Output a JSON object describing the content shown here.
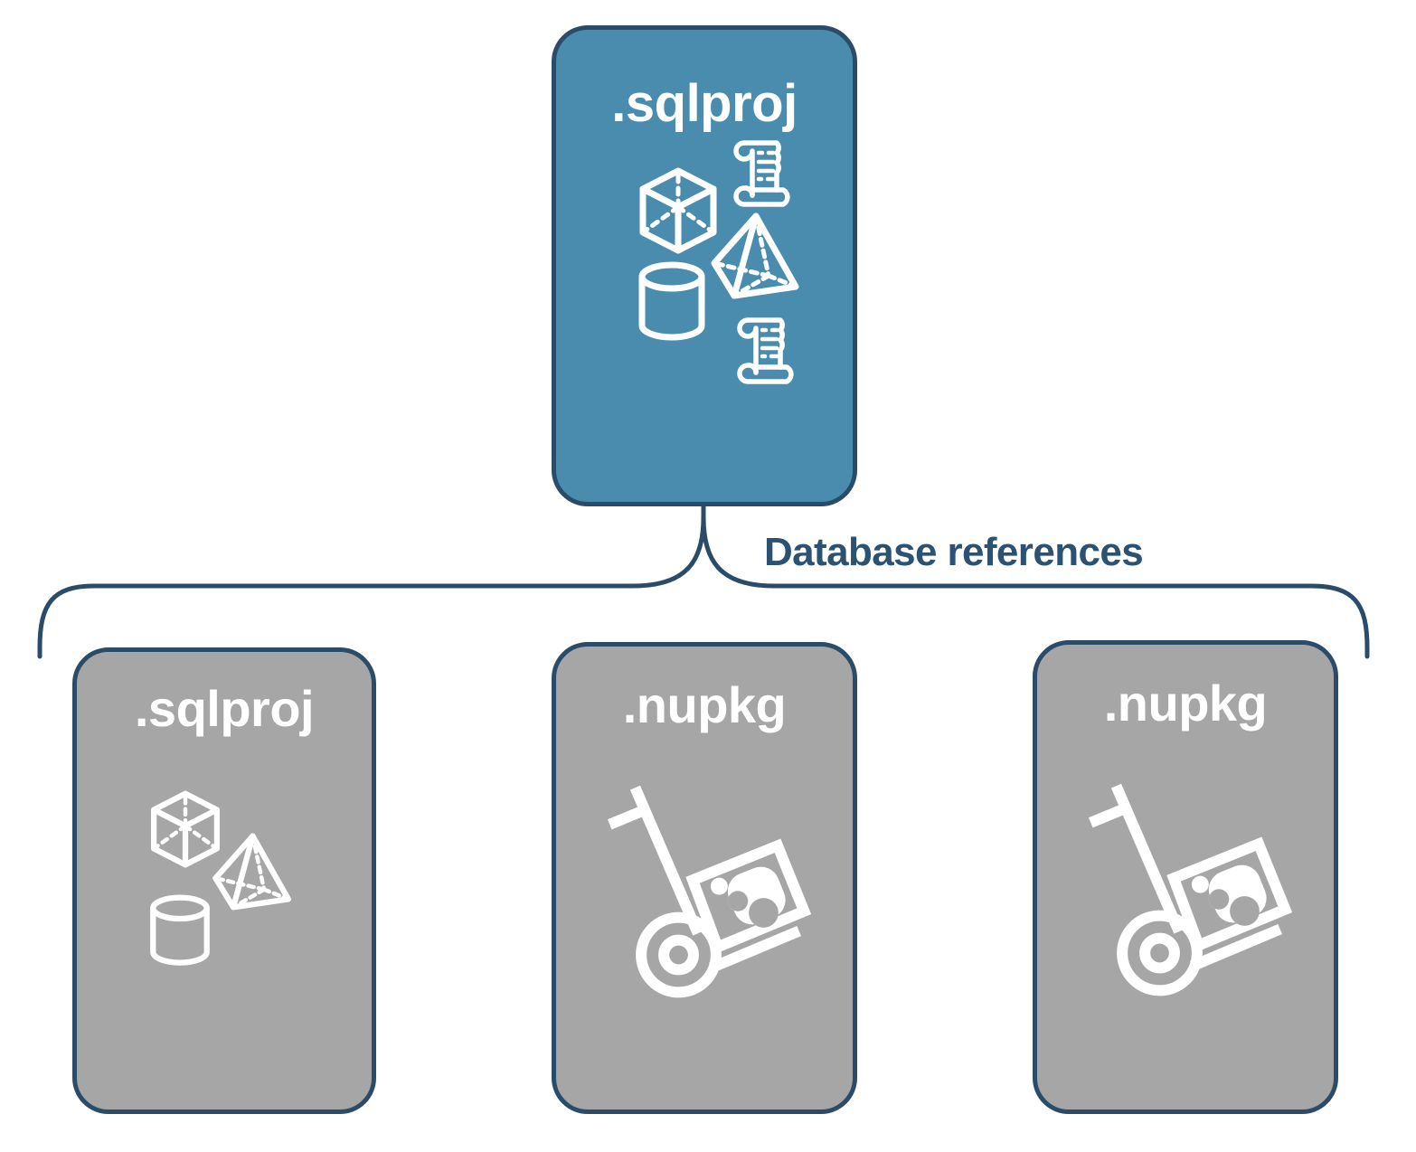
{
  "diagram": {
    "title_text": "Database references",
    "colors": {
      "primary_fill": "#498CAD",
      "secondary_fill": "#A6A6A6",
      "stroke": "#2B4C68",
      "label_text": "#2B5173",
      "node_text": "#FFFFFF",
      "background": "#FFFFFF"
    },
    "root": {
      "label": ".sqlproj",
      "type": "primary",
      "icons": [
        "cube-icon",
        "scroll-icon",
        "pyramid-icon",
        "cylinder-icon",
        "scroll-icon"
      ]
    },
    "connector": {
      "label": "Database references",
      "style": "curly-brace",
      "branches": 3
    },
    "children": [
      {
        "label": ".sqlproj",
        "type": "secondary",
        "icons": [
          "cube-icon",
          "pyramid-icon",
          "cylinder-icon"
        ]
      },
      {
        "label": ".nupkg",
        "type": "secondary",
        "icons": [
          "nuget-hand-truck-icon"
        ]
      },
      {
        "label": ".nupkg",
        "type": "secondary",
        "icons": [
          "nuget-hand-truck-icon"
        ]
      }
    ]
  }
}
